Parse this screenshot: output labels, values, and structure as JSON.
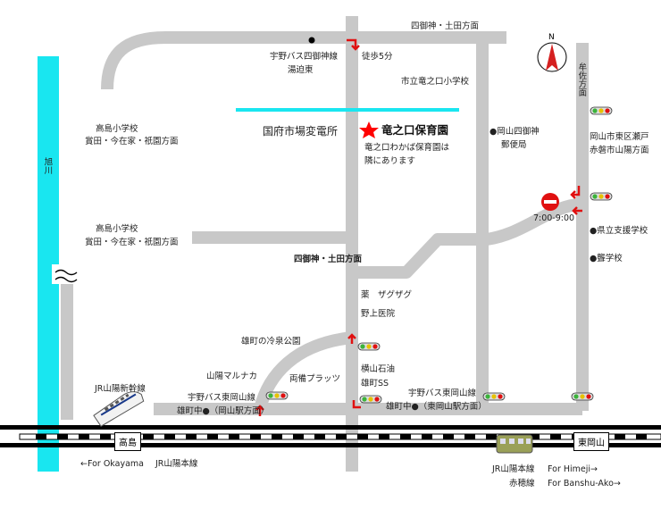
{
  "map": {
    "river_name": "旭川",
    "hospital_name": "竜之口保育園",
    "hospital_note_1": "竜之口わかば保育園は",
    "hospital_note_2": "隣にあります",
    "substation": "国府市場変電所",
    "top_road": "四御神・土田方面",
    "mid_road": "四御神・土田方面",
    "bus_top_1": "宇野バス四御神線",
    "bus_top_2": "湯迫東",
    "walk": "徒歩5分",
    "school_ryu": "市立竜之口小学校",
    "takashima1_a": "高島小学校",
    "takashima1_b": "賞田・今在家・祇園方面",
    "takashima2_a": "高島小学校",
    "takashima2_b": "賞田・今在家・祇園方面",
    "post_office_1": "●岡山四御神",
    "post_office_2": "郵便局",
    "right_road": "牟佐方面",
    "higashi_1": "岡山市東区瀬戸",
    "higashi_2": "赤磐市山陽方面",
    "time": "7:00-9:00",
    "school_shien": "●県立支援学校",
    "school_mou": "●聾学校",
    "pharmacy": "薬　ザグザグ",
    "clinic": "野上医院",
    "park": "雄町の冷泉公園",
    "maruyaka": "山陽マルナカ",
    "brats": "両備プラッツ",
    "gas_1": "横山石油",
    "gas_2": "雄町SS",
    "bus_w": "宇野バス東岡山線",
    "bus_w_stop": "雄町中●（岡山駅方面）",
    "bus_e": "宇野バス東岡山線",
    "bus_e_stop": "雄町中●（東岡山駅方面）",
    "shinkansen": "JR山陽新幹線",
    "station_w": "高島",
    "station_e": "東岡山",
    "for_okayama": "←For Okayama",
    "sanyo_line_w": "JR山陽本線",
    "sanyo_line_e": "JR山陽本線",
    "ako_line": "赤穂線",
    "for_himeji": "For Himeji→",
    "for_ako": "For Banshu-Ako→",
    "compass_n": "N"
  },
  "colors": {
    "road": "#c8c8c8",
    "river": "#19e6f0",
    "star": "#ff0000",
    "arrow": "#e01010"
  }
}
